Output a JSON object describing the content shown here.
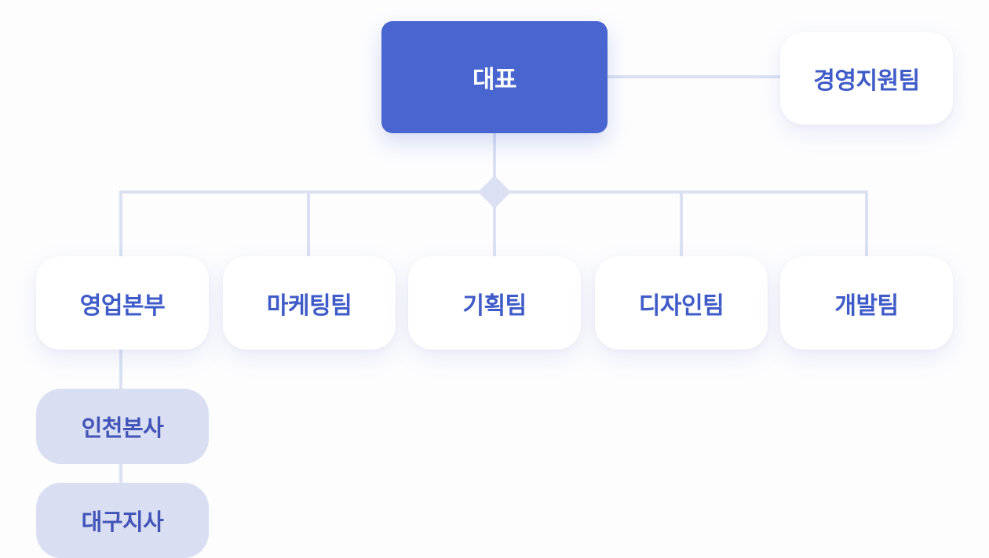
{
  "org_chart": {
    "ceo": {
      "label": "대표"
    },
    "support_team": {
      "label": "경영지원팀"
    },
    "departments": [
      {
        "label": "영업본부"
      },
      {
        "label": "마케팅팀"
      },
      {
        "label": "기획팀"
      },
      {
        "label": "디자인팀"
      },
      {
        "label": "개발팀"
      }
    ],
    "branches": [
      {
        "label": "인천본사"
      },
      {
        "label": "대구지사"
      }
    ]
  },
  "colors": {
    "primary": "#4965cf",
    "node_text": "#3f5bc8",
    "branch_bg": "#d9def2",
    "connector": "#dbe1f3",
    "background": "#fdfdfe"
  }
}
